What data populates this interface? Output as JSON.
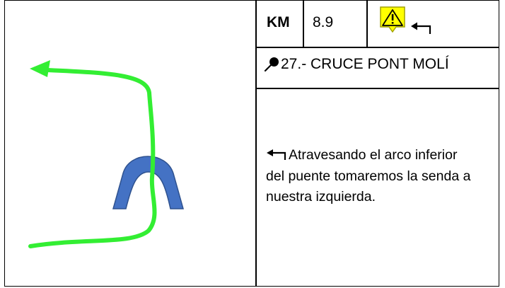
{
  "header": {
    "km_label": "KM",
    "km_value": "8.9"
  },
  "waypoint": {
    "name": "27.- CRUCE PONT MOLÍ"
  },
  "description": {
    "text": "Atravesando el arco inferior del puente tomaremos la senda a nuestra izquierda."
  },
  "icons": {
    "warning": "warning-triangle-icon",
    "turn": "turn-left-arrow-icon",
    "pin": "map-pin-icon"
  },
  "colors": {
    "route": "#33ee33",
    "bridge": "#4472c4",
    "warning_fill": "#ffff00"
  }
}
